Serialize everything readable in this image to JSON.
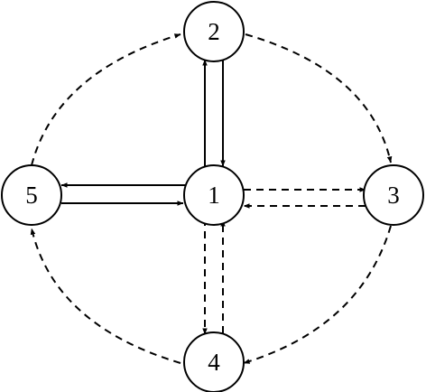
{
  "nodes": [
    {
      "id": "1",
      "label": "1"
    },
    {
      "id": "2",
      "label": "2"
    },
    {
      "id": "3",
      "label": "3"
    },
    {
      "id": "4",
      "label": "4"
    },
    {
      "id": "5",
      "label": "5"
    }
  ],
  "edges": [
    {
      "from": "1",
      "to": "2",
      "style": "solid"
    },
    {
      "from": "2",
      "to": "1",
      "style": "solid"
    },
    {
      "from": "1",
      "to": "5",
      "style": "solid"
    },
    {
      "from": "5",
      "to": "1",
      "style": "solid"
    },
    {
      "from": "1",
      "to": "3",
      "style": "dashed"
    },
    {
      "from": "3",
      "to": "1",
      "style": "dashed"
    },
    {
      "from": "1",
      "to": "4",
      "style": "dashed"
    },
    {
      "from": "4",
      "to": "1",
      "style": "dashed"
    },
    {
      "from": "2",
      "to": "3",
      "style": "dashed"
    },
    {
      "from": "3",
      "to": "4",
      "style": "dashed"
    },
    {
      "from": "4",
      "to": "5",
      "style": "dashed"
    },
    {
      "from": "5",
      "to": "2",
      "style": "dashed"
    }
  ],
  "colors": {
    "stroke": "#000000",
    "background": "#ffffff"
  }
}
